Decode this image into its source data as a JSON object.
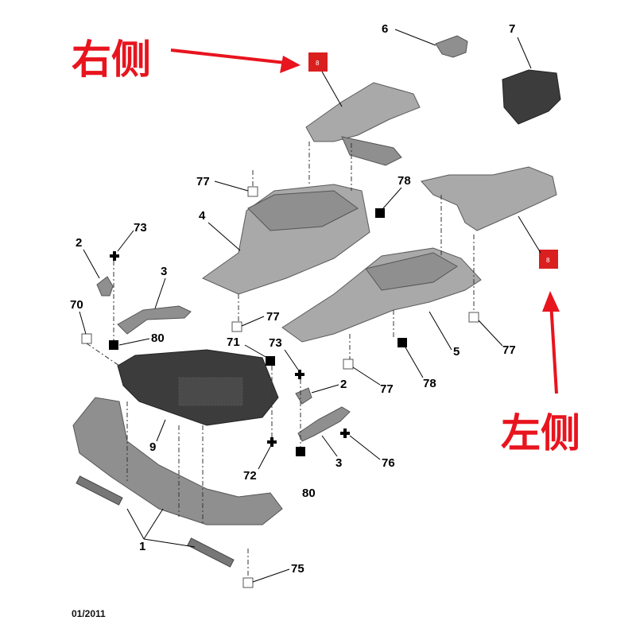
{
  "labels": {
    "right_side": "右侧",
    "left_side": "左侧",
    "badge_right": "8",
    "badge_left": "8",
    "date": "01/2011"
  },
  "colors": {
    "accent_red": "#e8141e",
    "badge_red": "#d9201f",
    "part_gray": "#8f8f8f"
  },
  "callouts": {
    "n1": "1",
    "n2a": "2",
    "n2b": "2",
    "n3a": "3",
    "n3b": "3",
    "n4": "4",
    "n5": "5",
    "n6": "6",
    "n7": "7",
    "n9": "9",
    "n70": "70",
    "n71": "71",
    "n72": "72",
    "n73a": "73",
    "n73b": "73",
    "n75": "75",
    "n76": "76",
    "n77a": "77",
    "n77b": "77",
    "n77c": "77",
    "n77d": "77",
    "n78a": "78",
    "n78b": "78",
    "n80a": "80",
    "n80b": "80"
  }
}
